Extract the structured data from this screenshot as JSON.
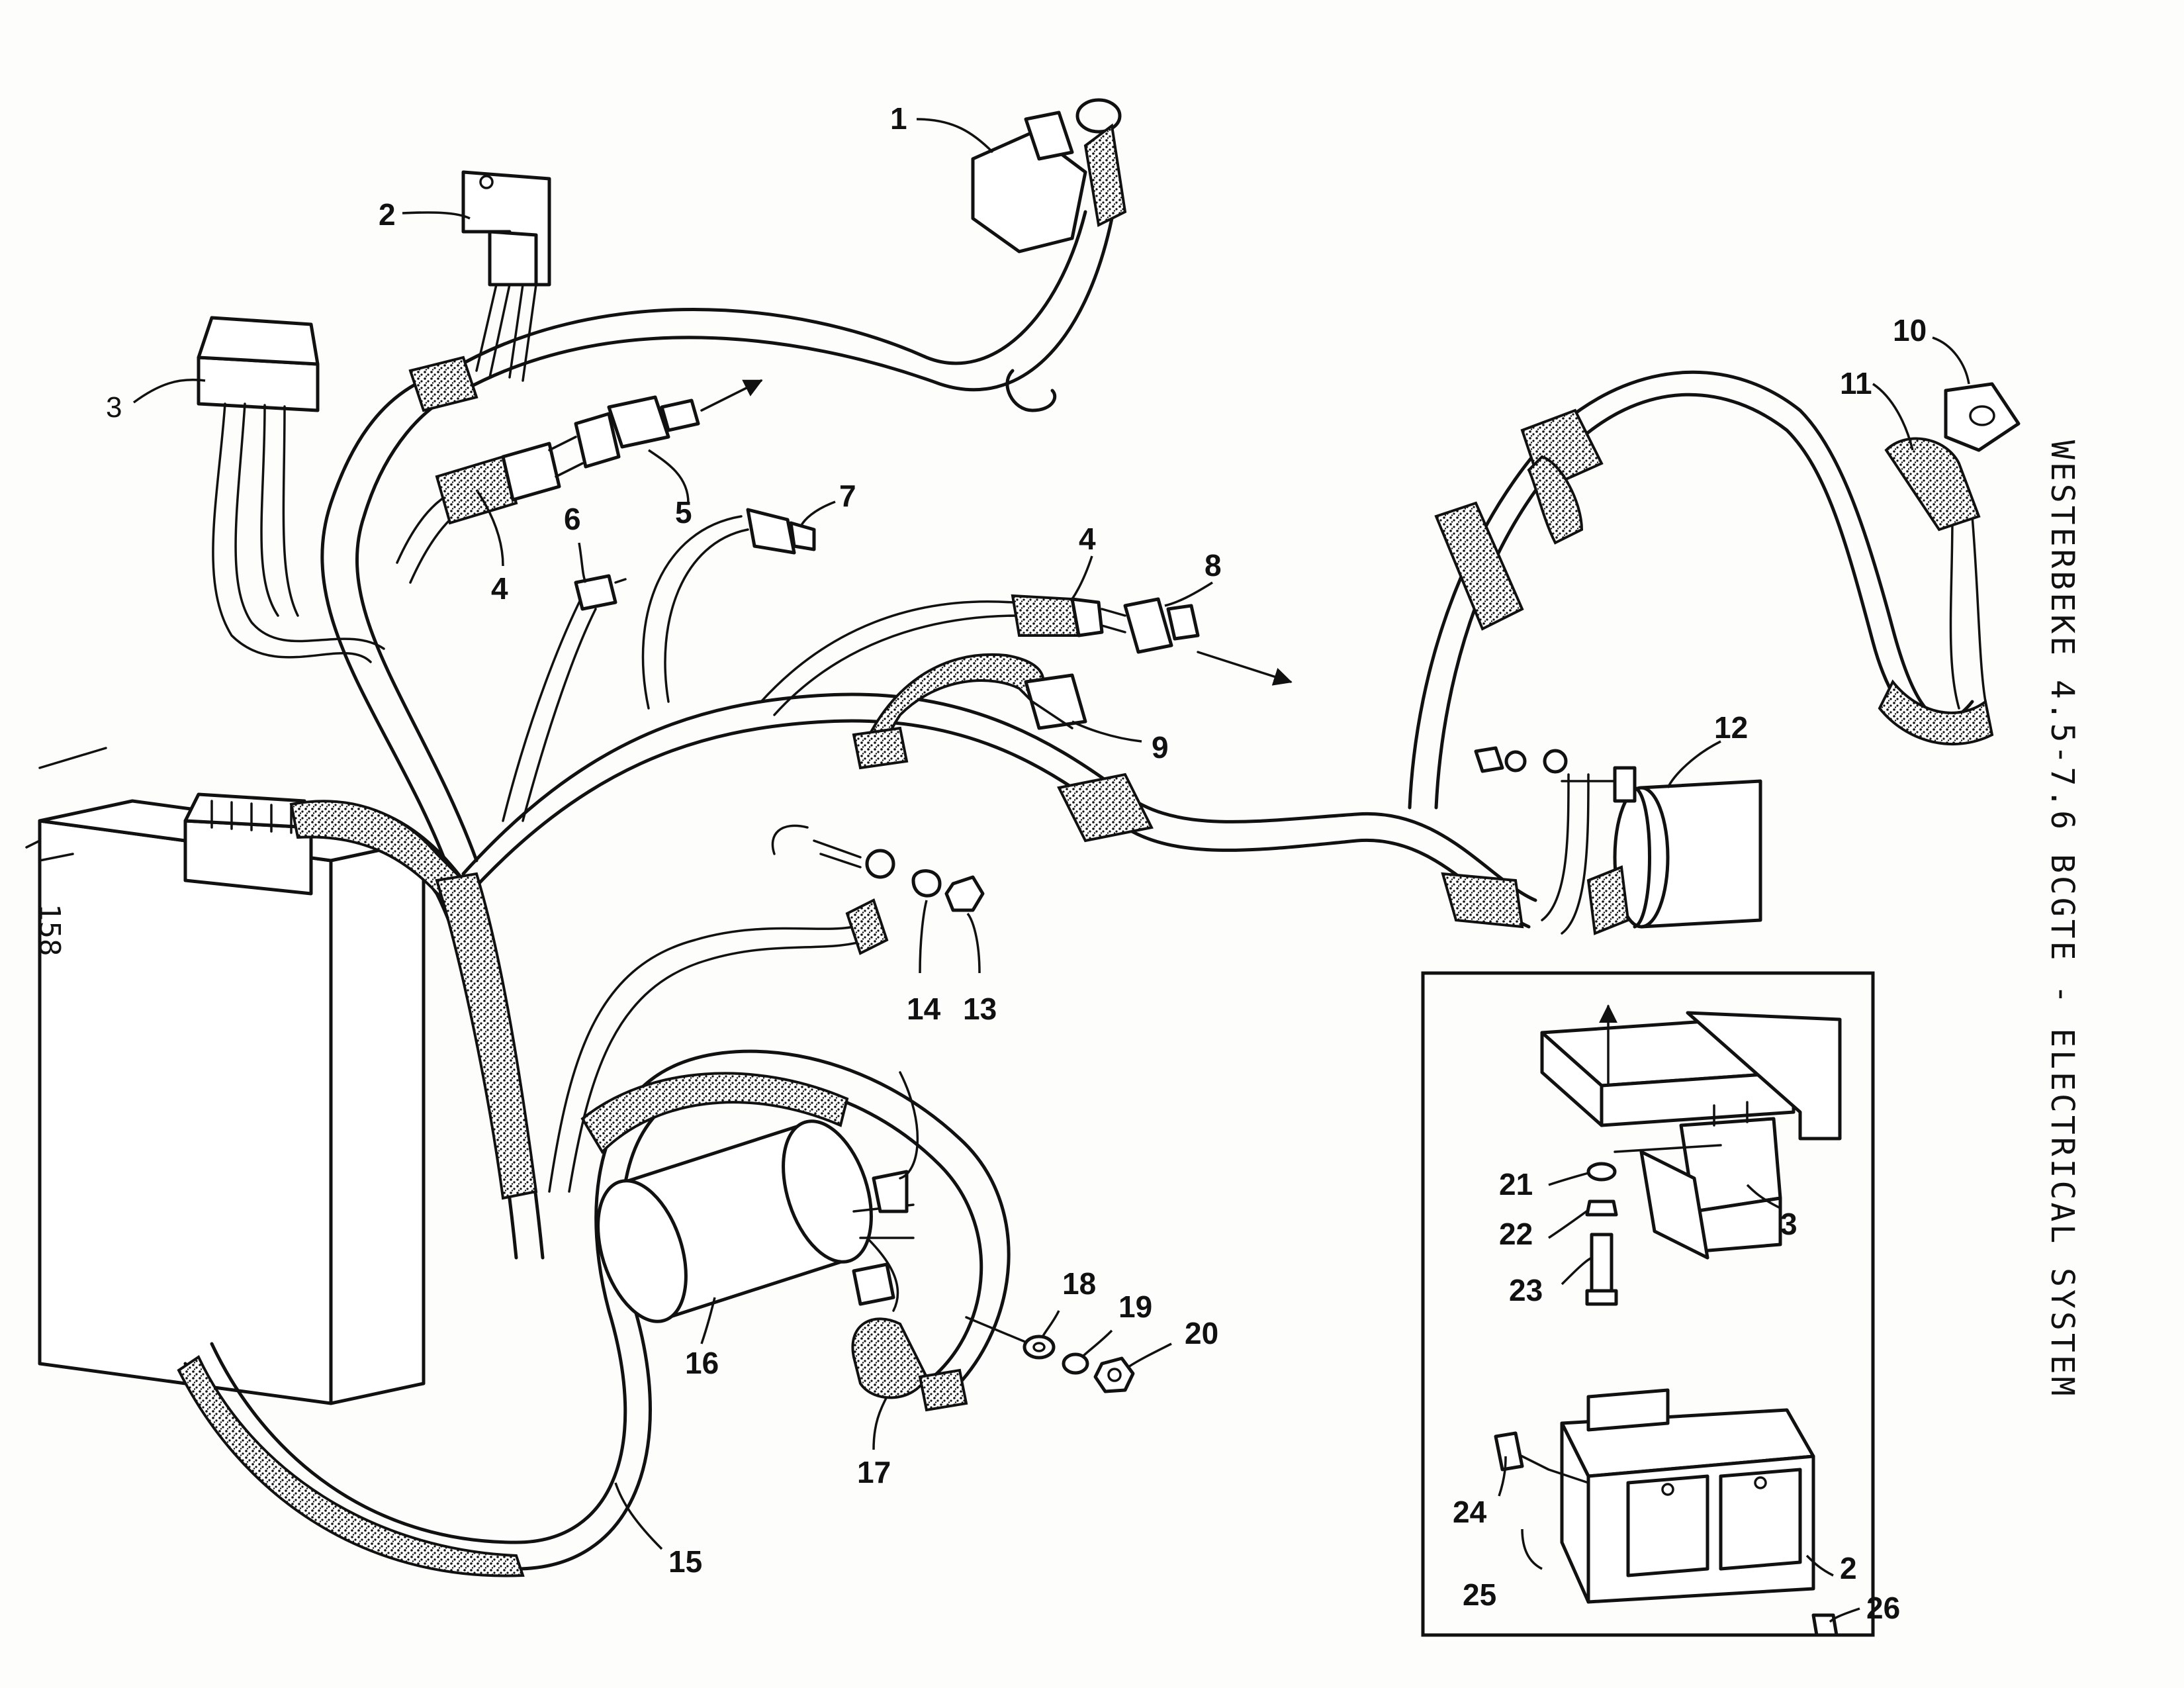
{
  "header": {
    "side_title": "WESTERBEKE 4.5-7.6 BCGTE - ELECTRICAL SYSTEM",
    "page_number": "158"
  },
  "callouts": {
    "c1": "1",
    "c2": "2",
    "c3": "3",
    "c4a": "4",
    "c4b": "4",
    "c5": "5",
    "c6": "6",
    "c7": "7",
    "c8": "8",
    "c9": "9",
    "c10": "10",
    "c11": "11",
    "c12": "12",
    "c13": "13",
    "c14": "14",
    "c15": "15",
    "c16": "16",
    "c17": "17",
    "c18": "18",
    "c19": "19",
    "c20": "20",
    "c21": "21",
    "c22": "22",
    "c23": "23",
    "c3b": "3",
    "c24": "24",
    "c25": "25",
    "c2b": "2",
    "c26": "26"
  },
  "icons": [
    "connector-icon",
    "sender-icon",
    "relay-icon",
    "solenoid-icon",
    "grommet-icon",
    "nut-icon",
    "washer-icon",
    "bolt-icon"
  ]
}
